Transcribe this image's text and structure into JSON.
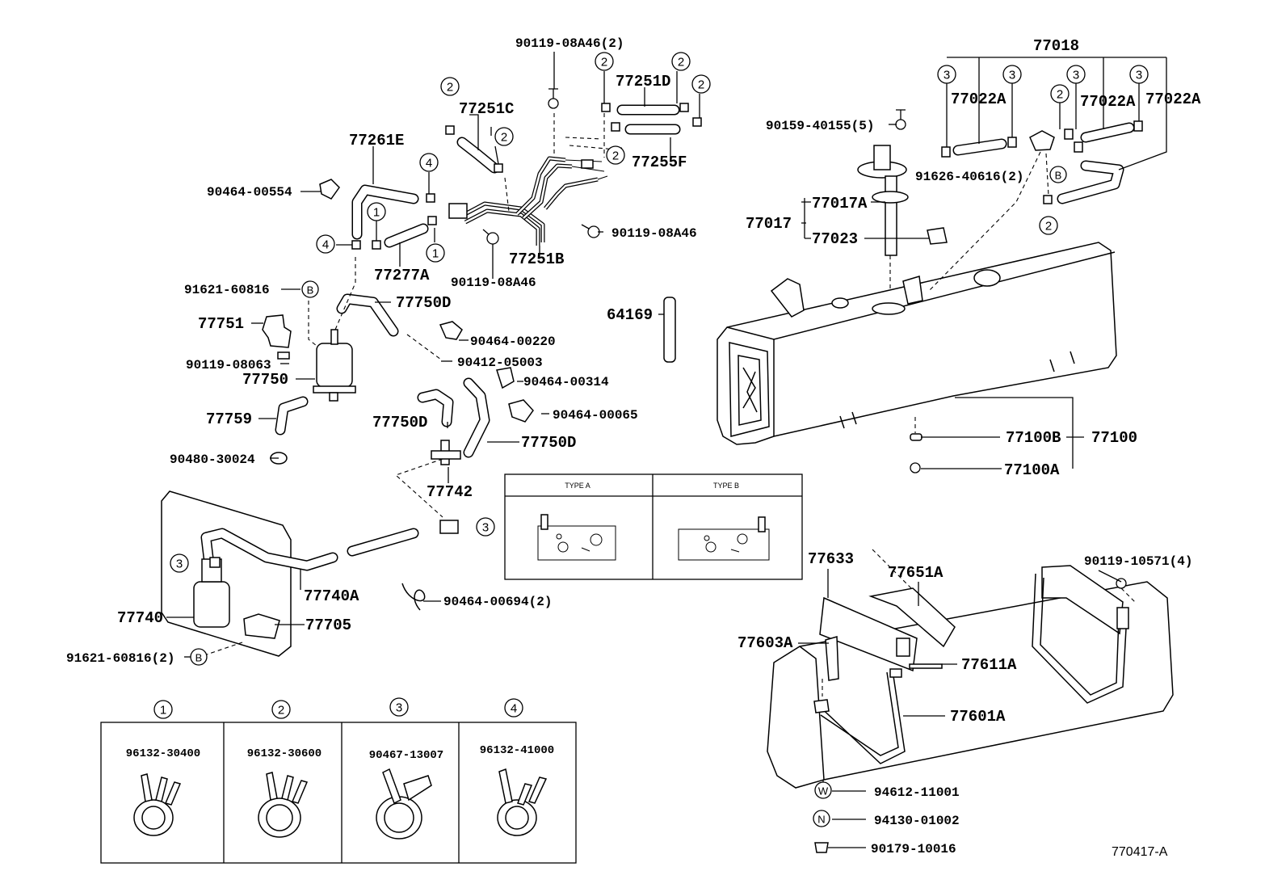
{
  "labels": {
    "p_90119_08A46_2": "90119-08A46(2)",
    "p_77251D": "77251D",
    "p_77251C": "77251C",
    "p_77255F": "77255F",
    "p_77261E": "77261E",
    "p_90464_00554": "90464-00554",
    "p_90119_08A46_r": "90119-08A46",
    "p_77277A": "77277A",
    "p_77251B": "77251B",
    "p_90119_08A46_b": "90119-08A46",
    "p_91621_60816": "91621-60816",
    "p_77750D_a": "77750D",
    "p_77751": "77751",
    "p_90464_00220": "90464-00220",
    "p_90412_05003": "90412-05003",
    "p_90119_08063": "90119-08063",
    "p_77750": "77750",
    "p_90464_00314": "90464-00314",
    "p_90464_00065": "90464-00065",
    "p_77759": "77759",
    "p_77750D_b": "77750D",
    "p_77750D_c": "77750D",
    "p_90480_30024": "90480-30024",
    "p_77742": "77742",
    "p_77740A": "77740A",
    "p_90464_00694_2": "90464-00694(2)",
    "p_77740": "77740",
    "p_77705": "77705",
    "p_91621_60816_2": "91621-60816(2)",
    "p_64169": "64169",
    "p_77018": "77018",
    "p_77022A_a": "77022A",
    "p_77022A_b": "77022A",
    "p_77022A_c": "77022A",
    "p_90159_40155_5": "90159-40155(5)",
    "p_91626_40616_2": "91626-40616(2)",
    "p_77017A": "77017A",
    "p_77017": "77017",
    "p_77023": "77023",
    "p_77100B": "77100B",
    "p_77100": "77100",
    "p_77100A": "77100A",
    "p_77633": "77633",
    "p_77651A": "77651A",
    "p_90119_10571_4": "90119-10571(4)",
    "p_77603A": "77603A",
    "p_77611A": "77611A",
    "p_77601A": "77601A",
    "p_94612_11001": "94612-11001",
    "p_94130_01002": "94130-01002",
    "p_90179_10016": "90179-10016",
    "ref": "770417-A"
  },
  "markers": {
    "one": "1",
    "two": "2",
    "three": "3",
    "four": "4",
    "b": "B",
    "w": "W",
    "n": "N"
  },
  "type_table": {
    "type_a": "TYPE A",
    "type_b": "TYPE B"
  },
  "clamp_table": [
    {
      "num": "1",
      "part": "96132-30400"
    },
    {
      "num": "2",
      "part": "96132-30600"
    },
    {
      "num": "3",
      "part": "90467-13007"
    },
    {
      "num": "4",
      "part": "96132-41000"
    }
  ]
}
